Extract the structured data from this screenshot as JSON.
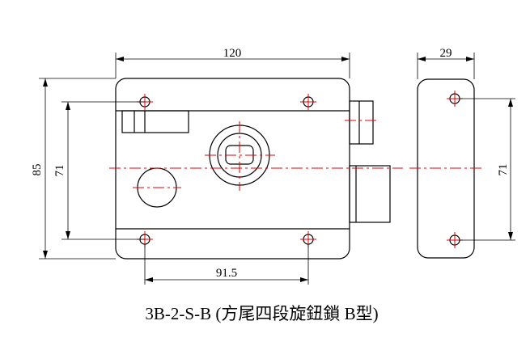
{
  "drawing": {
    "dimensions": {
      "overall_width": "120",
      "overall_height": "85",
      "hole_vertical_spacing": "71",
      "hole_horizontal_spacing": "91.5",
      "side_thickness": "29",
      "side_hole_spacing": "71"
    },
    "caption": "3B-2-S-B  (方尾四段旋鈕鎖 B型)",
    "colors": {
      "outline": "#000000",
      "centerline": "#e60000"
    }
  }
}
